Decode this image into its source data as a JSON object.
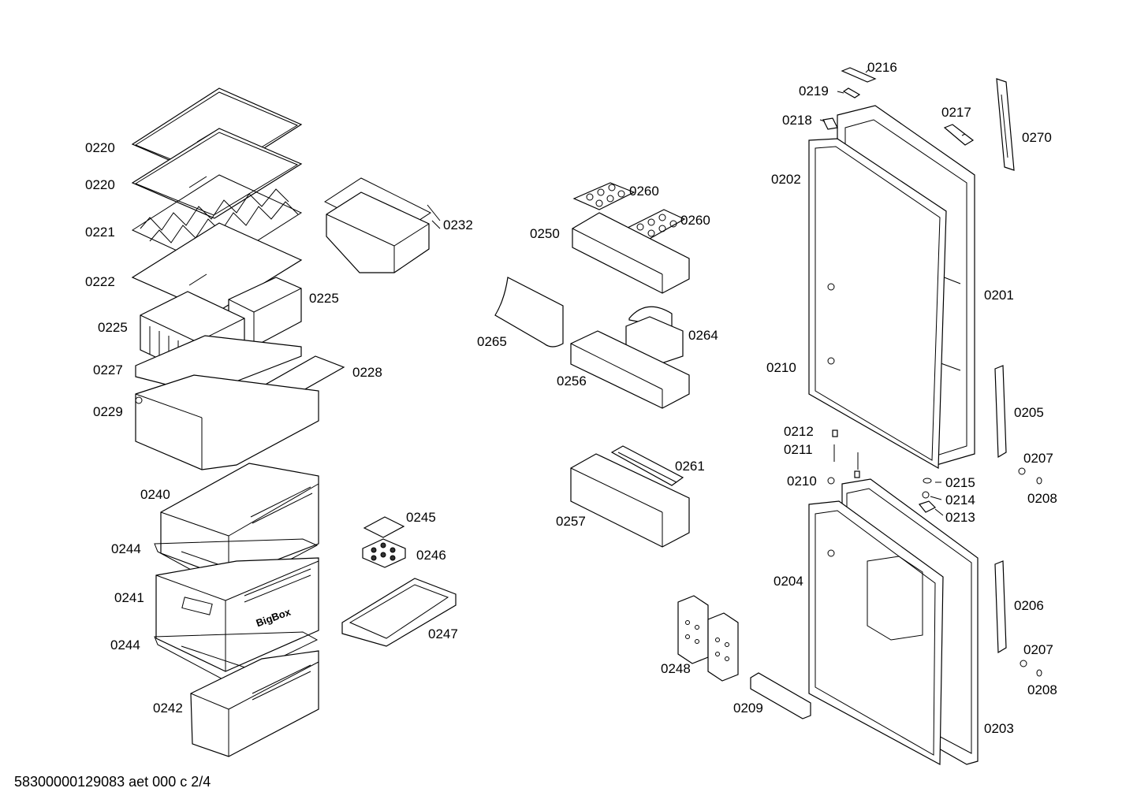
{
  "labels": {
    "l0220a": "0220",
    "l0220b": "0220",
    "l0221": "0221",
    "l0222": "0222",
    "l0225a": "0225",
    "l0225b": "0225",
    "l0227": "0227",
    "l0228": "0228",
    "l0229": "0229",
    "l0232": "0232",
    "l0240": "0240",
    "l0241": "0241",
    "l0242": "0242",
    "l0244a": "0244",
    "l0244b": "0244",
    "l0245": "0245",
    "l0246": "0246",
    "l0247": "0247",
    "l0248": "0248",
    "l0250": "0250",
    "l0256": "0256",
    "l0257": "0257",
    "l0260a": "0260",
    "l0260b": "0260",
    "l0261": "0261",
    "l0264": "0264",
    "l0265": "0265",
    "l0201": "0201",
    "l0202": "0202",
    "l0203": "0203",
    "l0204": "0204",
    "l0205": "0205",
    "l0206": "0206",
    "l0207a": "0207",
    "l0207b": "0207",
    "l0208a": "0208",
    "l0208b": "0208",
    "l0209": "0209",
    "l0210a": "0210",
    "l0210b": "0210",
    "l0211": "0211",
    "l0212": "0212",
    "l0213": "0213",
    "l0214": "0214",
    "l0215": "0215",
    "l0216": "0216",
    "l0217": "0217",
    "l0218": "0218",
    "l0219": "0219",
    "l0270": "0270"
  },
  "drawer_brand": "BigBox",
  "footer": "58300000129083 aet 000 c 2/4"
}
